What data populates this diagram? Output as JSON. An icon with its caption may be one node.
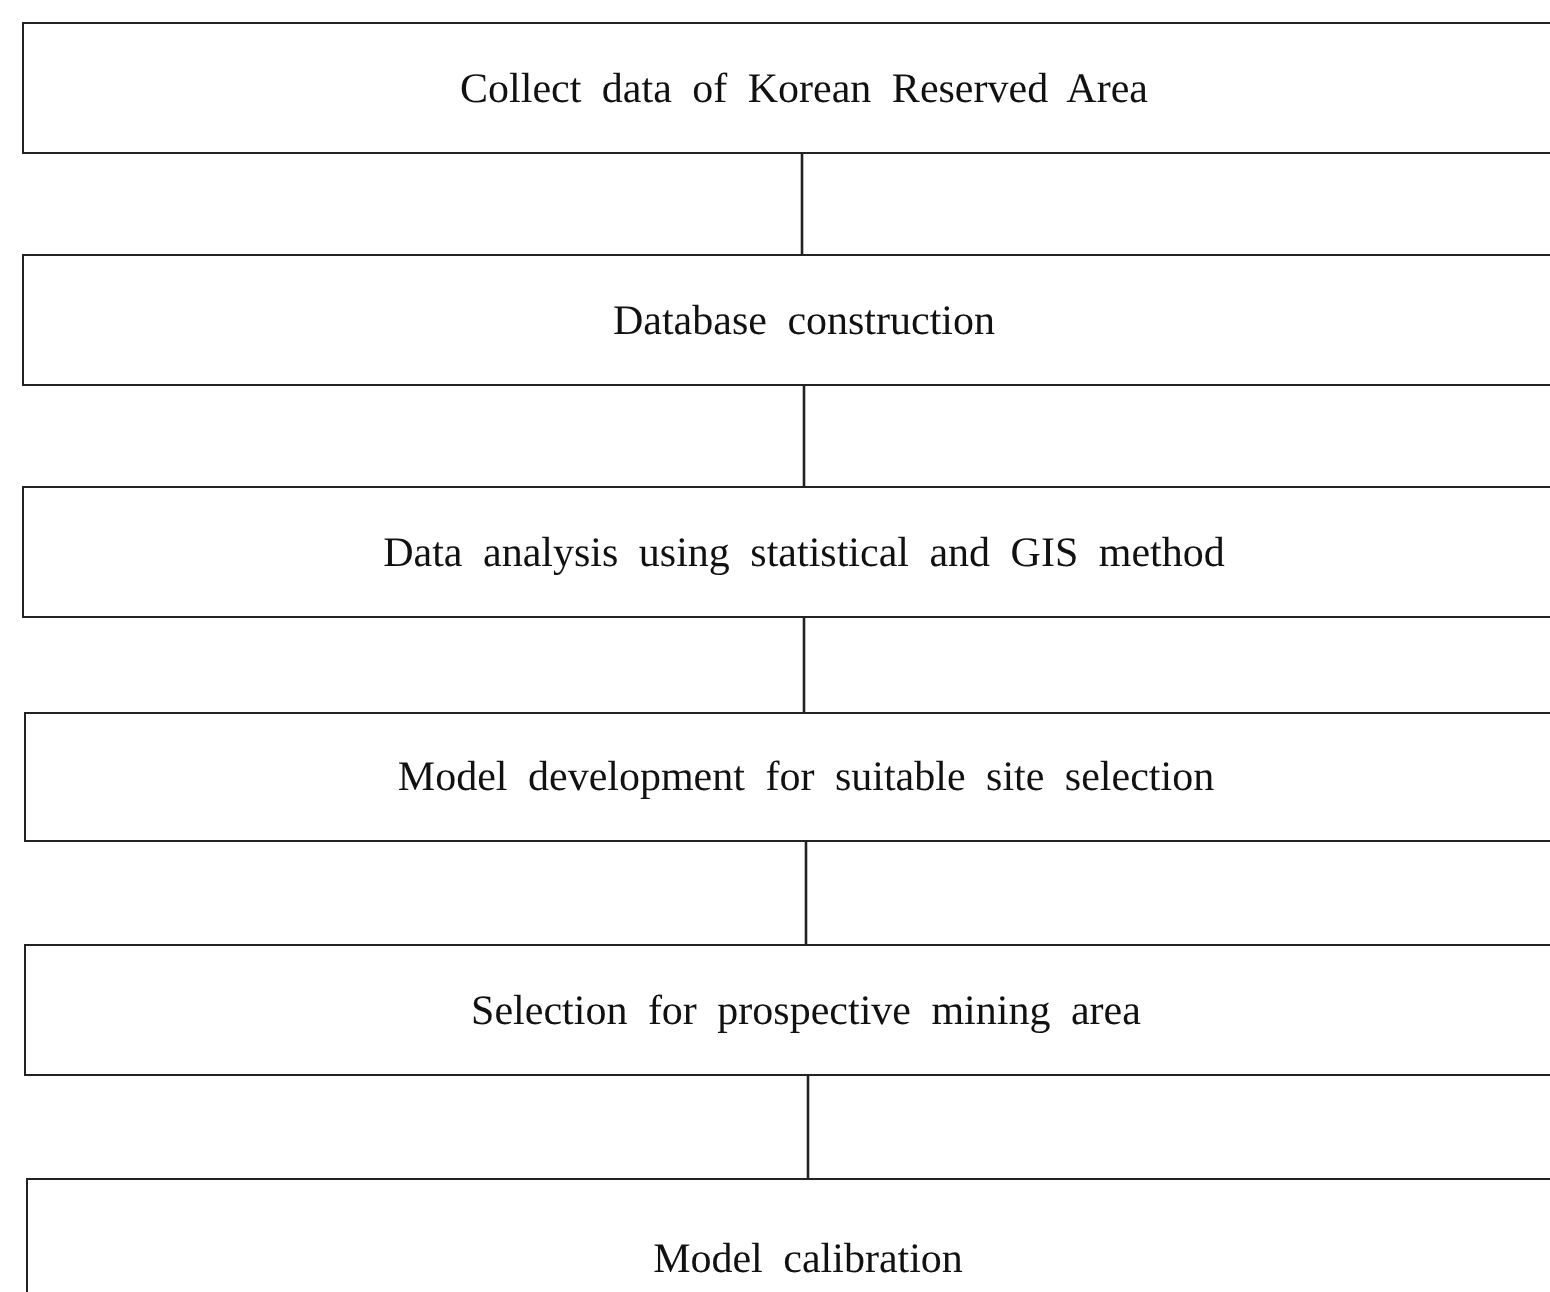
{
  "diagram": {
    "nodes": [
      {
        "text": [
          "Collect data of Korean Reserved Area"
        ]
      },
      {
        "text": [
          "Database construction"
        ]
      },
      {
        "text": [
          "Data analysis using statistical and GIS method"
        ]
      },
      {
        "text": [
          "Model development for suitable site selection"
        ]
      },
      {
        "text": [
          "Selection for prospective mining area"
        ]
      },
      {
        "text": [
          "Model calibration"
        ]
      }
    ],
    "edges": [
      {
        "from": 0,
        "to": 1,
        "arrow": "none"
      },
      {
        "from": 1,
        "to": 2,
        "arrow": "none"
      },
      {
        "from": 2,
        "to": 3,
        "arrow": "none"
      },
      {
        "from": 3,
        "to": 4,
        "arrow": "none"
      },
      {
        "from": 4,
        "to": 5,
        "arrow": "none"
      }
    ]
  }
}
